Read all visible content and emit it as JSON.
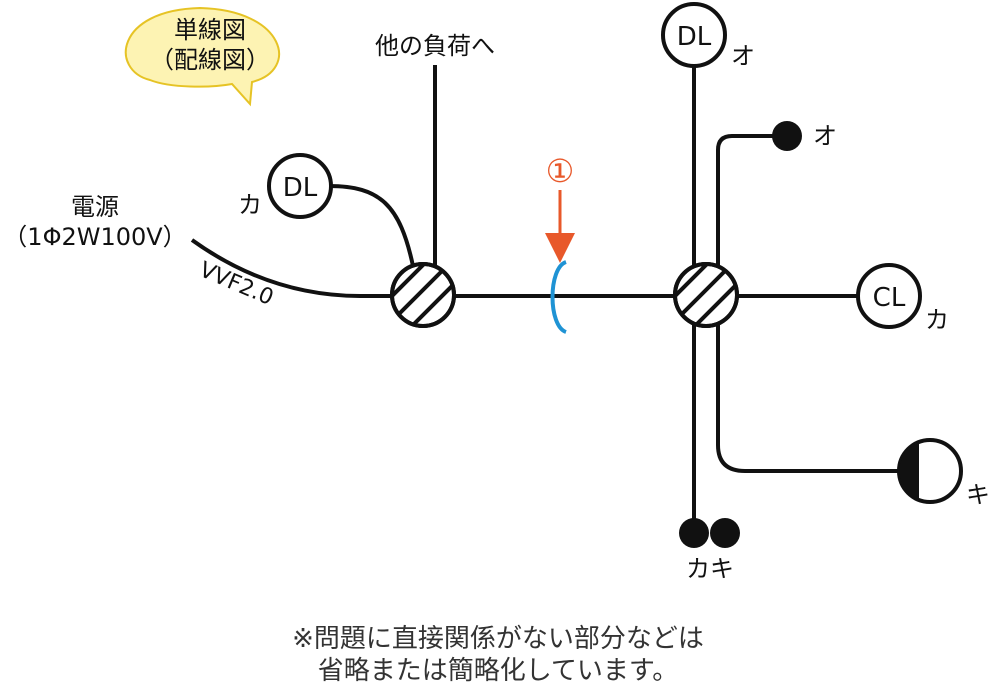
{
  "callout": {
    "line1": "単線図",
    "line2": "（配線図）"
  },
  "labels": {
    "power_source_line1": "電源",
    "power_source_line2": "（1Φ2W100V）",
    "cable": "VVF2.0",
    "other_loads": "他の負荷へ",
    "marker": "①"
  },
  "fixtures": {
    "dl_left": {
      "text": "DL",
      "tag": "カ"
    },
    "dl_top": {
      "text": "DL",
      "tag": "オ"
    },
    "switch_top": {
      "tag": "オ"
    },
    "cl_right": {
      "text": "CL",
      "tag": "カ"
    },
    "receptacle": {
      "tag": "キ"
    },
    "switches_bottom": {
      "tag": "カキ"
    }
  },
  "note": {
    "line1": "※問題に直接関係がない部分などは",
    "line2": "省略または簡略化しています。"
  },
  "colors": {
    "line": "#111111",
    "callout_fill": "#fdf3b3",
    "callout_stroke": "#e6c325",
    "marker": "#e8582a",
    "clamp": "#1f93d4"
  }
}
